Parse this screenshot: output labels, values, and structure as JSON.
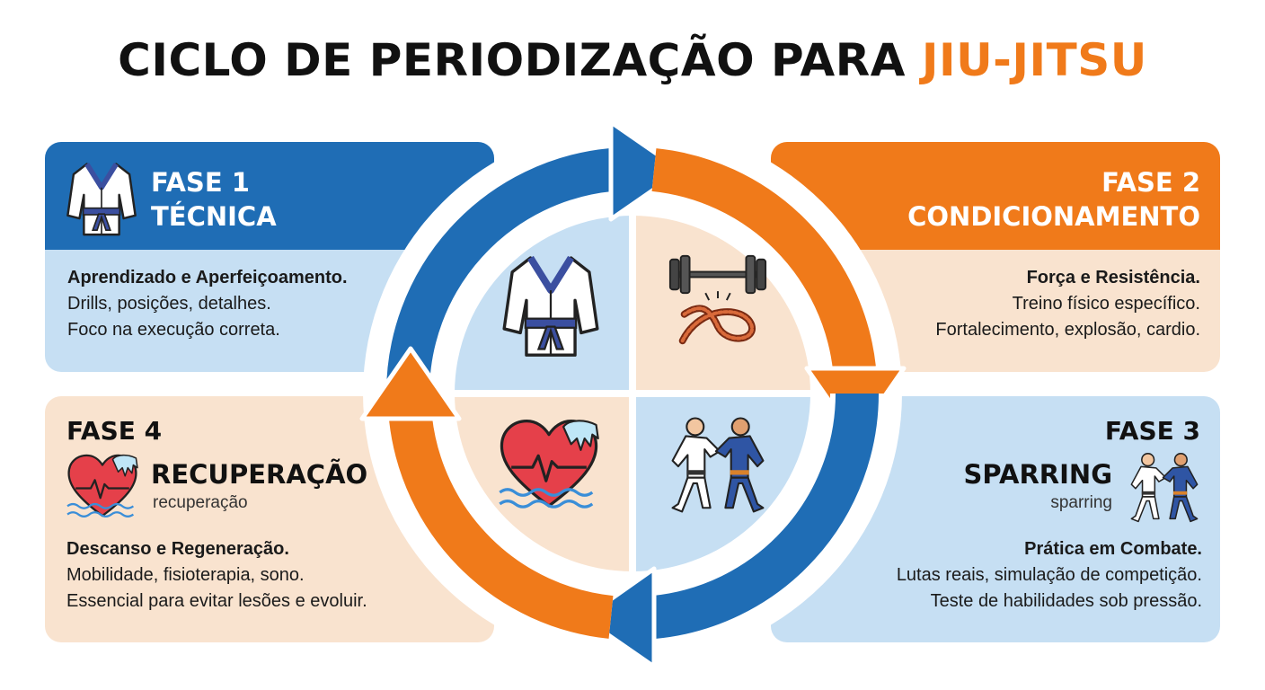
{
  "title": {
    "main": "CICLO DE PERIODIZAÇÃO PARA",
    "accent": "JIU-JITSU"
  },
  "colors": {
    "blue": "#1f6db5",
    "orange": "#f07a1a",
    "light_blue": "#c6dff3",
    "light_orange": "#f9e3cf"
  },
  "phases": [
    {
      "phase": "FASE 1",
      "name": "TÉCNICA",
      "icon": "gi-icon",
      "lead": "Aprendizado e Aperfeiçoamento.",
      "lines": [
        "Drills, posições, detalhes.",
        "Foco na execução correta."
      ]
    },
    {
      "phase": "FASE 2",
      "name": "CONDICIONAMENTO",
      "icon": "dumbbell-rope-icon",
      "lead": "Força e Resistência.",
      "lines": [
        "Treino físico específico.",
        "Fortalecimento, explosão, cardio."
      ]
    },
    {
      "phase": "FASE 3",
      "name": "SPARRING",
      "subtitle": "sparring",
      "icon": "fighters-icon",
      "lead": "Prática em Combate.",
      "lines": [
        "Lutas reais, simulação de competição.",
        "Teste de habilidades sob pressão."
      ]
    },
    {
      "phase": "FASE 4",
      "name": "RECUPERAÇÃO",
      "subtitle": "recuperação",
      "icon": "heart-ice-icon",
      "lead": "Descanso e Regeneração.",
      "lines": [
        "Mobilidade, fisioterapia, sono.",
        "Essencial para evitar lesões e evoluir."
      ]
    }
  ]
}
